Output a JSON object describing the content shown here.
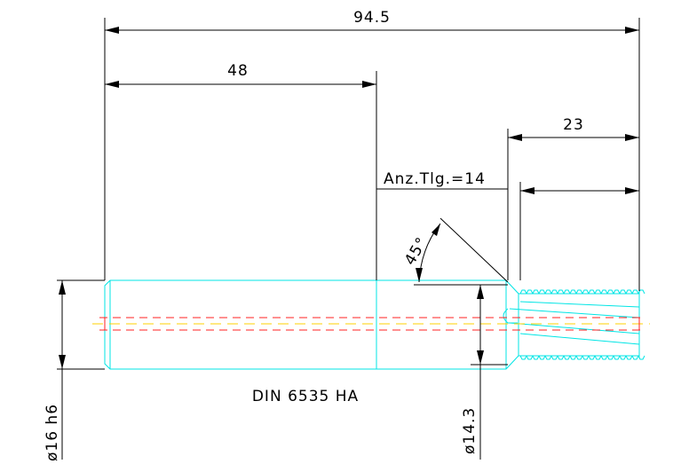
{
  "dimensions": {
    "overall_length": "94.5",
    "shank_length": "48",
    "thread_length": "23",
    "teeth_count": "Anz.Tlg.=14",
    "chamfer_angle": "45°",
    "shank_diameter": "ø16 h6",
    "neck_diameter": "ø14.3"
  },
  "standard_label": "DIN 6535 HA",
  "colors": {
    "part_outline": "#00e5e5",
    "axis_red": "#ff2020",
    "axis_yellow": "#ffd000",
    "dimension": "#000000"
  }
}
